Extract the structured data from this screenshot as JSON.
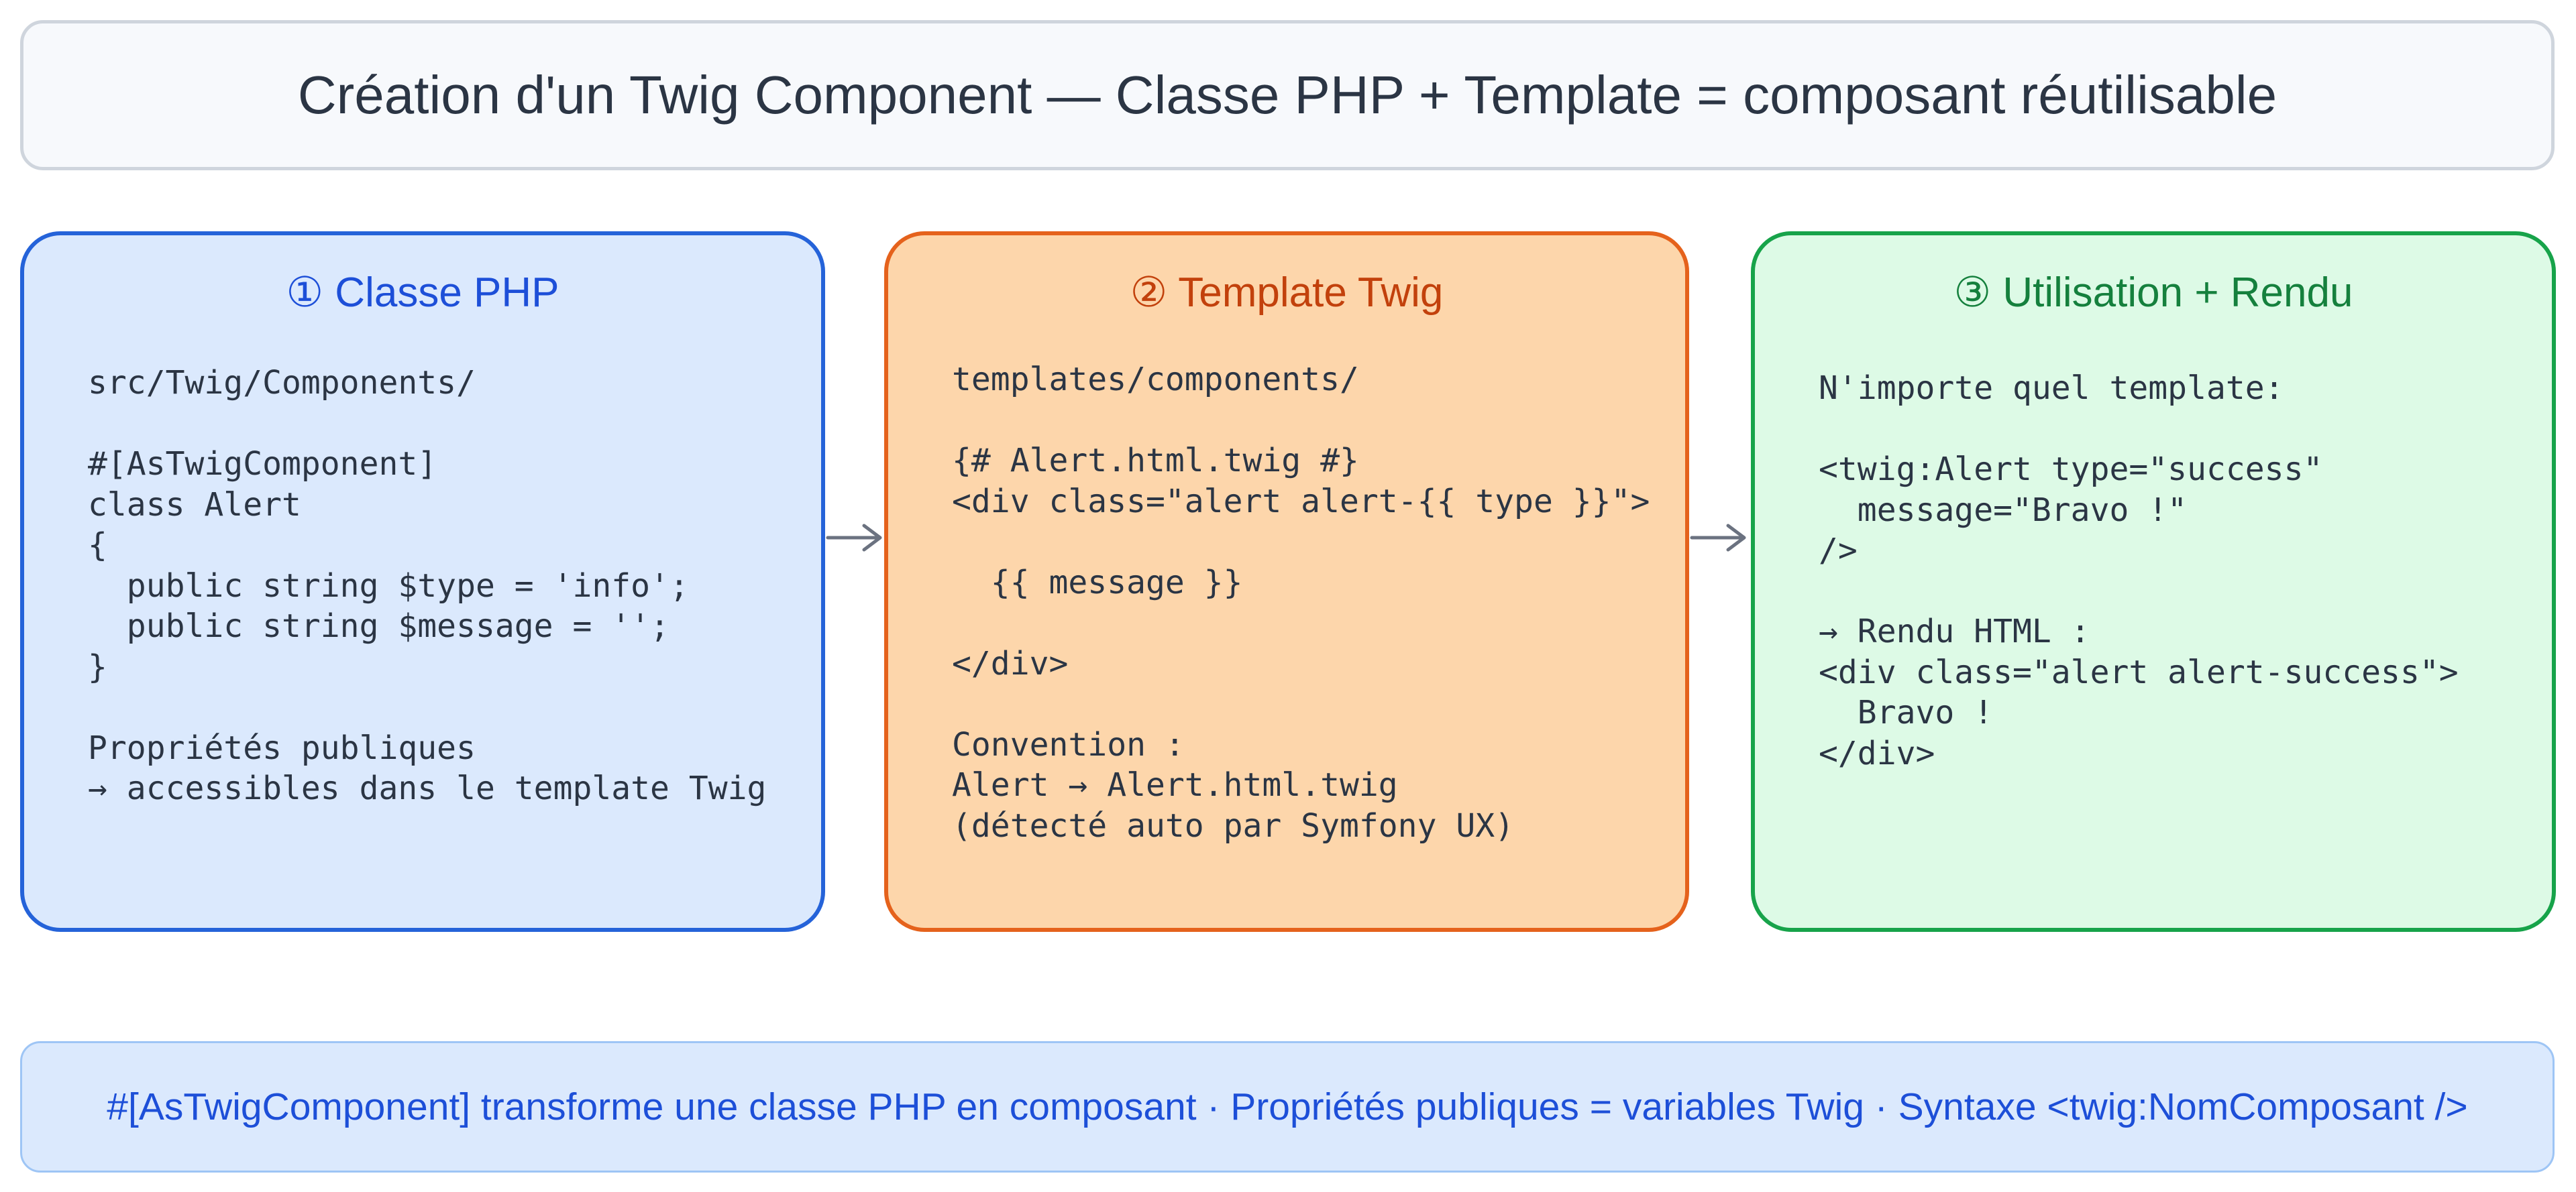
{
  "title": "Création d'un Twig Component — Classe PHP + Template = composant réutilisable",
  "panels": [
    {
      "title": "① Classe PHP",
      "code": "src/Twig/Components/\n\n#[AsTwigComponent]\nclass Alert\n{\n  public string $type = 'info';\n  public string $message = '';\n}\n\nPropriétés publiques\n→ accessibles dans le template Twig"
    },
    {
      "title": "② Template Twig",
      "code": "templates/components/\n\n{# Alert.html.twig #}\n<div class=\"alert alert-{{ type }}\">\n\n  {{ message }}\n\n</div>\n\nConvention :\nAlert → Alert.html.twig\n(détecté auto par Symfony UX)"
    },
    {
      "title": "③ Utilisation + Rendu",
      "code": "N'importe quel template:\n\n<twig:Alert type=\"success\"\n  message=\"Bravo !\"\n/>\n\n→ Rendu HTML :\n<div class=\"alert alert-success\">\n  Bravo !\n</div>"
    }
  ],
  "footer": "#[AsTwigComponent] transforme une classe PHP en composant · Propriétés publiques = variables Twig · Syntaxe <twig:NomComposant />",
  "colors": {
    "php_border": "#2563d9",
    "twig_border": "#e5621c",
    "usage_border": "#17a34a",
    "arrow": "#6b7280"
  },
  "icons": {
    "connector": "arrow-right-icon"
  }
}
